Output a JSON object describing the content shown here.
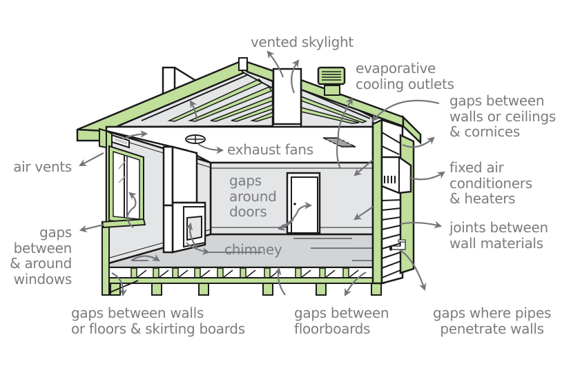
{
  "colors": {
    "wall_frame_green": "#bfdf9a",
    "outline": "#1a1a1a",
    "interior_wall_grey": "#e4e5e7",
    "floor_grey": "#d3d4d6",
    "label_grey": "#7b7c80",
    "arrow_grey": "#75767a",
    "background": "#ffffff"
  },
  "labels": {
    "vented_skylight": [
      "vented skylight"
    ],
    "evaporative_cooling": [
      "evaporative",
      "cooling outlets"
    ],
    "gaps_walls_ceilings": [
      "gaps between",
      "walls or ceilings",
      "& cornices"
    ],
    "exhaust_fans": [
      "exhaust fans"
    ],
    "air_vents": [
      "air vents"
    ],
    "gaps_around_doors": [
      "gaps",
      "around",
      "doors"
    ],
    "fixed_air_conditioners": [
      "fixed air",
      "conditioners",
      "& heaters"
    ],
    "gaps_windows": [
      "gaps",
      "between",
      "& around",
      "windows"
    ],
    "joints_wall_materials": [
      "joints between",
      "wall materials"
    ],
    "chimney": [
      "chimney"
    ],
    "gaps_skirting": [
      "gaps between walls",
      "or floors & skirting boards"
    ],
    "gaps_floorboards": [
      "gaps between",
      "floorboards"
    ],
    "gaps_pipes": [
      "gaps where pipes",
      "penetrate walls"
    ]
  },
  "icons": [
    "exhaust-fan-icon",
    "ceiling-vent-grille-icon",
    "evaporative-cooler-icon",
    "air-conditioner-icon",
    "tap-icon",
    "door-icon",
    "fireplace-icon",
    "window-icon",
    "air-vent-icon"
  ]
}
